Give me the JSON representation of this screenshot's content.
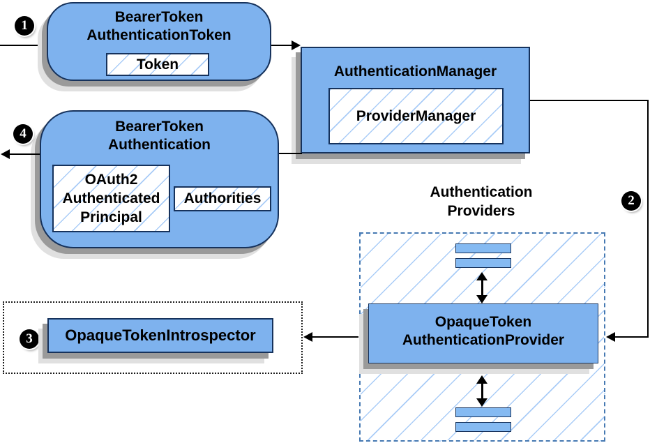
{
  "diagram": {
    "colors": {
      "node_fill": "#7eb2ee",
      "node_border": "#16325c",
      "hatch_line": "#a9ccf7",
      "dashed_border": "#4679b2",
      "dotted_border": "#1a1a1a",
      "shadow_dark": "#9a9a9a",
      "shadow_light": "#e0e0e0",
      "arrow": "#000000",
      "badge_bg": "#000000",
      "badge_text": "#ffffff"
    },
    "steps": {
      "one": "1",
      "two": "2",
      "three": "3",
      "four": "4"
    },
    "nodes": {
      "bearer_token_authentication_token": {
        "title_line1": "BearerToken",
        "title_line2": "AuthenticationToken",
        "inner_token": "Token"
      },
      "authentication_manager": {
        "title": "AuthenticationManager",
        "inner_provider_manager": "ProviderManager"
      },
      "bearer_token_authentication": {
        "title_line1": "BearerToken",
        "title_line2": "Authentication",
        "principal_line1": "OAuth2",
        "principal_line2": "Authenticated",
        "principal_line3": "Principal",
        "authorities": "Authorities"
      },
      "providers_group_label": {
        "line1": "Authentication",
        "line2": "Providers"
      },
      "opaque_token_authentication_provider": {
        "title_line1": "OpaqueToken",
        "title_line2": "AuthenticationProvider"
      },
      "opaque_token_introspector": {
        "title": "OpaqueTokenIntrospector"
      }
    }
  }
}
